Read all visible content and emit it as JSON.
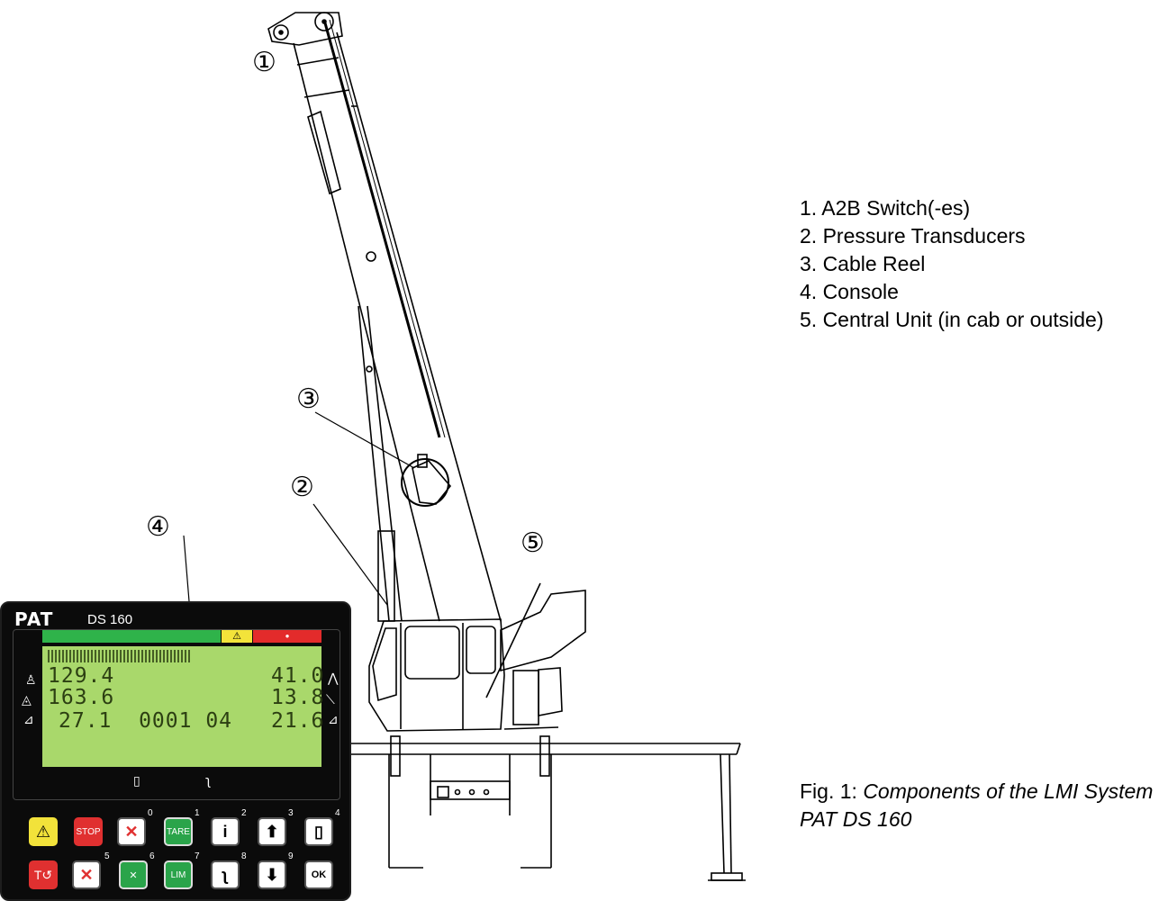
{
  "callouts": {
    "n1": "①",
    "n2": "②",
    "n3": "③",
    "n4": "④",
    "n5": "⑤"
  },
  "legend": {
    "items": [
      "1. A2B Switch(-es)",
      "2. Pressure Transducers",
      "3. Cable Reel",
      "4. Console",
      "5. Central Unit (in cab or outside)"
    ]
  },
  "caption": {
    "prefix": "Fig. 1: ",
    "text": "Components of the LMI System PAT DS 160"
  },
  "console": {
    "brand": "PAT",
    "model": "DS 160",
    "colors": {
      "ok": "#2fb34a",
      "warning": "#f3e33a",
      "stop": "#e32b2b",
      "lcd": "#a9d86b"
    },
    "lcd": {
      "row1_left": "129.4",
      "row1_right": "41.0",
      "row2_left": "163.6",
      "row2_right": "13.8",
      "row3": "27.1  0001 04",
      "row3_right": "21.6"
    },
    "keys": {
      "stop": "STOP",
      "tare": "TARE",
      "lim": "LIM",
      "ok": "OK",
      "info": "i",
      "up": "⬆",
      "down": "⬇",
      "warning": "⚠",
      "num0": "0",
      "num1": "1",
      "num2": "2",
      "num3": "3",
      "num4": "4",
      "num5": "5",
      "num6": "6",
      "num7": "7",
      "num8": "8",
      "num9": "9"
    }
  }
}
